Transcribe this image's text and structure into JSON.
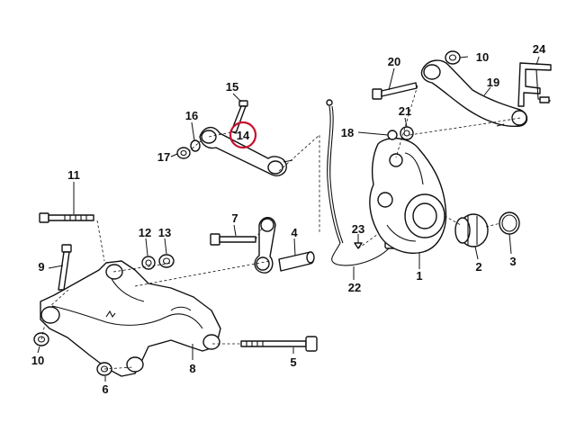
{
  "diagram": {
    "labels": [
      {
        "id": "l1",
        "text": "1"
      },
      {
        "id": "l2",
        "text": "2"
      },
      {
        "id": "l3",
        "text": "3"
      },
      {
        "id": "l4",
        "text": "4"
      },
      {
        "id": "l5",
        "text": "5"
      },
      {
        "id": "l6",
        "text": "6"
      },
      {
        "id": "l7",
        "text": "7"
      },
      {
        "id": "l8",
        "text": "8"
      },
      {
        "id": "l9",
        "text": "9"
      },
      {
        "id": "l10a",
        "text": "10"
      },
      {
        "id": "l10b",
        "text": "10"
      },
      {
        "id": "l11",
        "text": "11"
      },
      {
        "id": "l12",
        "text": "12"
      },
      {
        "id": "l13",
        "text": "13"
      },
      {
        "id": "l14",
        "text": "14"
      },
      {
        "id": "l15",
        "text": "15"
      },
      {
        "id": "l16",
        "text": "16"
      },
      {
        "id": "l17",
        "text": "17"
      },
      {
        "id": "l18",
        "text": "18"
      },
      {
        "id": "l19",
        "text": "19"
      },
      {
        "id": "l20",
        "text": "20"
      },
      {
        "id": "l21",
        "text": "21"
      },
      {
        "id": "l22",
        "text": "22"
      },
      {
        "id": "l23",
        "text": "23"
      },
      {
        "id": "l24",
        "text": "24"
      }
    ],
    "highlight_color": "#c8102e"
  }
}
